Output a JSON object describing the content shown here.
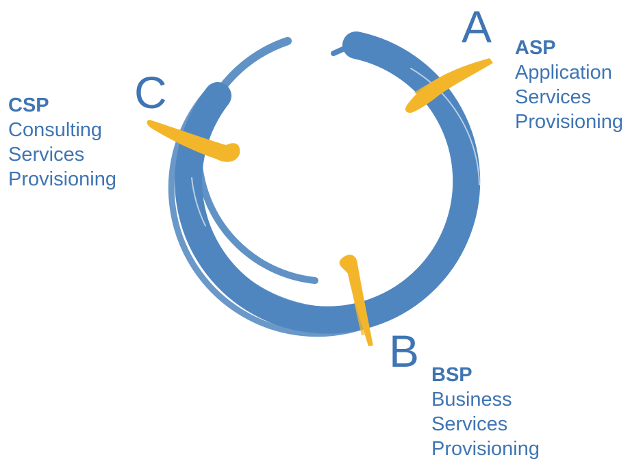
{
  "colors": {
    "ring": "#4f86bf",
    "ring_light": "#7aa6d4",
    "stroke": "#f3b62b",
    "text": "#3f75b3"
  },
  "cycle": {
    "a": {
      "letter": "A",
      "abbr": "ASP",
      "lines": [
        "Application",
        "Services",
        "Provisioning"
      ]
    },
    "b": {
      "letter": "B",
      "abbr": "BSP",
      "lines": [
        "Business",
        "Services",
        "Provisioning"
      ]
    },
    "c": {
      "letter": "C",
      "abbr": "CSP",
      "lines": [
        "Consulting",
        "Services",
        "Provisioning"
      ]
    }
  }
}
